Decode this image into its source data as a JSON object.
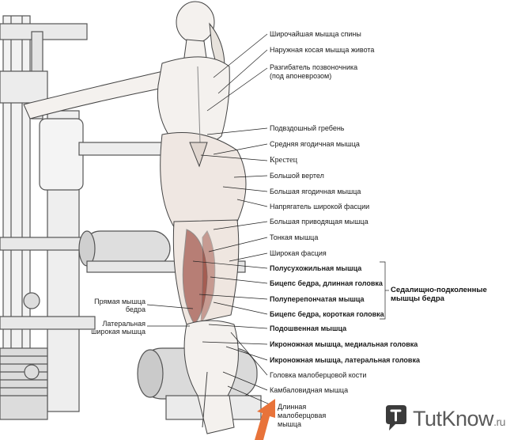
{
  "labels_right": [
    {
      "text": "Широчайшая мышца спины",
      "bold": false
    },
    {
      "text": "Наружная косая мышца живота",
      "bold": false
    },
    {
      "text": "Разгибатель позвоночника",
      "bold": false
    },
    {
      "text": "(под апоневрозом)",
      "bold": false
    },
    {
      "text": "Подвздошный гребень",
      "bold": false
    },
    {
      "text": "Средняя ягодичная мышца",
      "bold": false
    },
    {
      "text": "Крестец",
      "bold": false
    },
    {
      "text": "Большой вертел",
      "bold": false
    },
    {
      "text": "Большая ягодичная мышца",
      "bold": false
    },
    {
      "text": "Напрягатель широкой фасции",
      "bold": false
    },
    {
      "text": "Большая приводящая мышца",
      "bold": false
    },
    {
      "text": "Тонкая мышца",
      "bold": false
    },
    {
      "text": "Широкая фасция",
      "bold": false
    },
    {
      "text": "Полусухожильная мышца",
      "bold": true
    },
    {
      "text": "Бицепс бедра, длинная головка",
      "bold": true
    },
    {
      "text": "Полуперепончатая мышца",
      "bold": true
    },
    {
      "text": "Бицепс бедра, короткая головка",
      "bold": true
    },
    {
      "text": "Подошвенная мышца",
      "bold": true
    },
    {
      "text": "Икроножная мышца, медиальная головка",
      "bold": true
    },
    {
      "text": "Икроножная мышца, латеральная головка",
      "bold": true
    },
    {
      "text": "Головка малоберцовой кости",
      "bold": false
    },
    {
      "text": "Камбаловидная мышца",
      "bold": false
    },
    {
      "text": "Длинная малоберцовая мышца",
      "bold": false
    }
  ],
  "group_label": "Седалищно-подколенные мышцы бедра",
  "labels_left": {
    "rectus": "Прямая мышца бедра",
    "vastus": "Латеральная широкая мышца"
  },
  "watermark": {
    "brand": "TutKnow",
    "domain": ".ru"
  },
  "colors": {
    "line": "#222222",
    "muscle_highlight": "#8b2a1e",
    "arrow": "#e8733a"
  }
}
